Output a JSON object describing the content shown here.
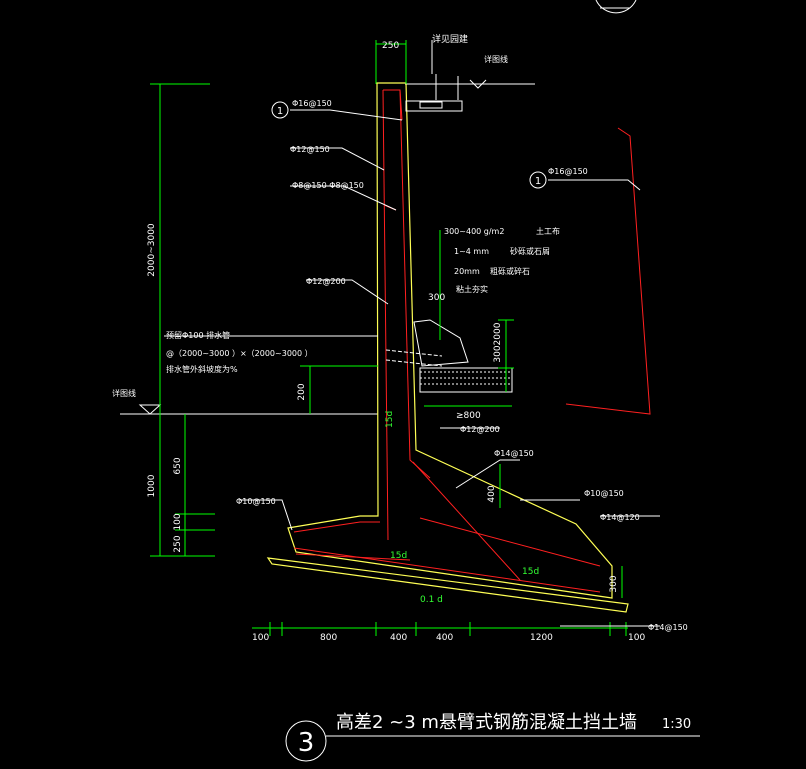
{
  "caption": {
    "number": "3",
    "title": "高差2 ~3 m悬臂式钢筋混凝土挡土墙",
    "scale": "1:30"
  },
  "labels": {
    "wall_top_width": "250",
    "see_landscape": "详见园建",
    "design_elev_top": "详图线",
    "design_elev_left": "详图线",
    "rebar_top": "Φ16@150",
    "rebar_12_150": "Φ12@150",
    "rebar_8": "Φ8@150 Φ8@150",
    "rebar_12_200_a": "Φ12@200",
    "rebar_12_200_b": "Φ12@200",
    "rebar_right": "Φ16@150",
    "rebar_14_150": "Φ14@150",
    "rebar_10_150_left": "Φ10@150",
    "rebar_10_150_right": "Φ10@150",
    "rebar_14_120": "Φ14@120",
    "rebar_14_150_bottom": "Φ14@150",
    "geotextile": "300~400 g/m2",
    "geotextile_name": "土工布",
    "gravel_size": "1~4 mm",
    "gravel_name": "砂砾或石屑",
    "stone_size": "20mm",
    "stone_name": "粗砾或碎石",
    "fill_compact": "粘土夯实",
    "drain_1": "预留Φ100  排水管",
    "drain_2": "@（2000~3000    ）×（2000~3000    ）",
    "drain_3": "排水管外斜坡度为%",
    "anchor_a": "15d",
    "anchor_b": "15d",
    "anchor_c": "15d",
    "slope": "0.1 d",
    "bubble_1": "1",
    "bubble_2": "1"
  },
  "dimensions": {
    "height_total": "2000~3000",
    "embed": "1000",
    "seg_650": "650",
    "seg_100": "100",
    "seg_250": "250",
    "drain_200": "200",
    "drain_300": "300",
    "fill_2000": "2000",
    "fill_300": "300",
    "width_800_min": "≥800",
    "heel_400": "400",
    "heel_300": "300",
    "bottom_100_l": "100",
    "bottom_800": "800",
    "bottom_400_a": "400",
    "bottom_400_b": "400",
    "bottom_1200": "1200",
    "bottom_100_r": "100"
  },
  "colors": {
    "background": "#000000",
    "concrete_outline": "#ffff55",
    "rebar": "#ff2020",
    "dimension": "#00ff00",
    "text": "#ffffff",
    "soil_boundary": "#ff00ff"
  }
}
